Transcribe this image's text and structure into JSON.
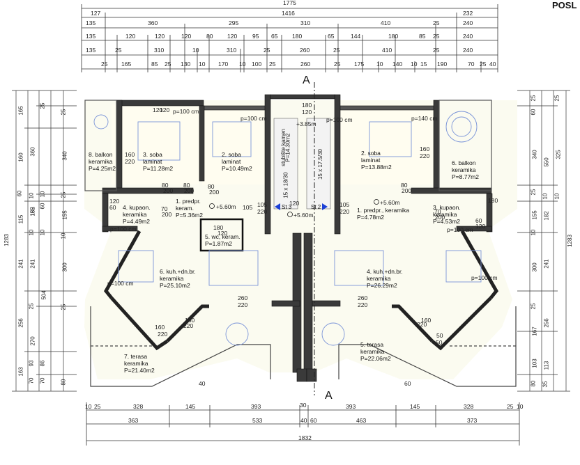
{
  "corner_title": "POSL",
  "dims_top": {
    "total": "1775",
    "row1": [
      "127",
      "1416",
      "232"
    ],
    "row2": [
      "135",
      "360",
      "295",
      "310",
      "410",
      "25",
      "240"
    ],
    "row3": [
      "135",
      "120",
      "120",
      "120",
      "80",
      "120",
      "95",
      "65",
      "180",
      "65",
      "144",
      "180",
      "85",
      "25",
      "240"
    ],
    "row4": [
      "135",
      "25",
      "310",
      "10",
      "310",
      "25",
      "260",
      "25",
      "410",
      "25",
      "240"
    ],
    "row5": [
      "25",
      "165",
      "85",
      "25",
      "130",
      "10",
      "170",
      "10",
      "100",
      "25",
      "260",
      "25",
      "175",
      "10",
      "140",
      "10",
      "15",
      "190",
      "70",
      "25",
      "40"
    ]
  },
  "dims_bottom": {
    "row1": [
      "10",
      "25",
      "328",
      "145",
      "393",
      "30",
      "393",
      "145",
      "328",
      "25",
      "10"
    ],
    "row2": [
      "363",
      "533",
      "40",
      "60",
      "463",
      "373"
    ],
    "total": "1832"
  },
  "dims_left": {
    "col1": [
      "1283"
    ],
    "col2": [
      "165",
      "160",
      "60",
      "115",
      "241",
      "256",
      "163"
    ],
    "col3": [
      "360",
      "10",
      "155",
      "182",
      "10",
      "241",
      "25",
      "270",
      "93",
      "70"
    ],
    "col4": [
      "25",
      "10",
      "60",
      "10",
      "504",
      "86",
      "70"
    ],
    "col5": [
      "25",
      "340",
      "25",
      "155",
      "10",
      "300",
      "25",
      "80"
    ]
  },
  "dims_right": {
    "col1": [
      "25",
      "60",
      "340",
      "25",
      "155",
      "10",
      "300",
      "25",
      "167",
      "103",
      "80"
    ],
    "col2": [
      "550",
      "10",
      "182",
      "241",
      "256",
      "113",
      "35"
    ],
    "col3": [
      "25",
      "325",
      "10"
    ],
    "col4": [
      "1283"
    ]
  },
  "section_marks": [
    "A",
    "A"
  ],
  "rooms": [
    {
      "lines": [
        "8. balkon",
        "keramika",
        "P=4.25m2"
      ]
    },
    {
      "lines": [
        "3. soba",
        "laminat",
        "P=11.28m2"
      ]
    },
    {
      "lines": [
        "2. soba",
        "laminat",
        "P=10.49m2"
      ]
    },
    {
      "lines": [
        "2. soba",
        "laminat",
        "P=13.88m2"
      ]
    },
    {
      "lines": [
        "6. balkon",
        "keramika",
        "P=8.77m2"
      ]
    },
    {
      "lines": [
        "1. predpr.",
        "keram.",
        "P=5.36m2"
      ]
    },
    {
      "lines": [
        "4. kupaon.",
        "keramika",
        "P=4.49m2"
      ]
    },
    {
      "lines": [
        "1. predpr., keramika",
        "P=4.78m2"
      ]
    },
    {
      "lines": [
        "3. kupaon.",
        "keramika",
        "P=4.53m2"
      ]
    },
    {
      "lines": [
        "5. wc, keram.",
        "P=1.87m2"
      ]
    },
    {
      "lines": [
        "6. kuh.+dn.br.",
        "keramika",
        "P=25.10m2"
      ]
    },
    {
      "lines": [
        "4. kuh.+dn.br.",
        "keramika",
        "P=26.29m2"
      ]
    },
    {
      "lines": [
        "7. terasa",
        "keramika",
        "P=21.40m2"
      ]
    },
    {
      "lines": [
        "5. terasa",
        "keramika",
        "P=22.06m2"
      ]
    }
  ],
  "stair": {
    "label_left": "stubište kamen",
    "area_left": "P=14.30m2",
    "treads_left": "15 x 18/30",
    "treads_right": "15 x 17.5/30",
    "landing_note": "+3.85m"
  },
  "levels": [
    "+5.60m",
    "+5.60m",
    "+5.60m"
  ],
  "stair_marks": [
    "St 3",
    "St 2"
  ],
  "annotations": [
    {
      "t": "p=100 cm"
    },
    {
      "t": "p=100 cm"
    },
    {
      "t": "p=100 cm"
    },
    {
      "t": "p=140 cm"
    },
    {
      "t": "p=100 cm"
    },
    {
      "t": "p=100 cm"
    },
    {
      "t": "p=100 cm"
    },
    {
      "t": "p=100 cm"
    },
    {
      "t": "120"
    },
    {
      "t": "120"
    },
    {
      "t": "180"
    },
    {
      "t": "120"
    },
    {
      "t": "160"
    },
    {
      "t": "220"
    },
    {
      "t": "80"
    },
    {
      "t": "200"
    },
    {
      "t": "80"
    },
    {
      "t": "200"
    },
    {
      "t": "80"
    },
    {
      "t": "200"
    },
    {
      "t": "80"
    },
    {
      "t": "200"
    },
    {
      "t": "160"
    },
    {
      "t": "220"
    },
    {
      "t": "70"
    },
    {
      "t": "200"
    },
    {
      "t": "105"
    },
    {
      "t": "220"
    },
    {
      "t": "105"
    },
    {
      "t": "220"
    },
    {
      "t": "105"
    },
    {
      "t": "60"
    },
    {
      "t": "120"
    },
    {
      "t": "60"
    },
    {
      "t": "120"
    },
    {
      "t": "70"
    },
    {
      "t": "200"
    },
    {
      "t": "180"
    },
    {
      "t": "120"
    },
    {
      "t": "260"
    },
    {
      "t": "220"
    },
    {
      "t": "260"
    },
    {
      "t": "220"
    },
    {
      "t": "160"
    },
    {
      "t": "220"
    },
    {
      "t": "220"
    },
    {
      "t": "160"
    },
    {
      "t": "220"
    },
    {
      "t": "160"
    },
    {
      "t": "50"
    },
    {
      "t": "50"
    },
    {
      "t": "40"
    },
    {
      "t": "60"
    },
    {
      "t": "180"
    },
    {
      "t": "120"
    }
  ]
}
